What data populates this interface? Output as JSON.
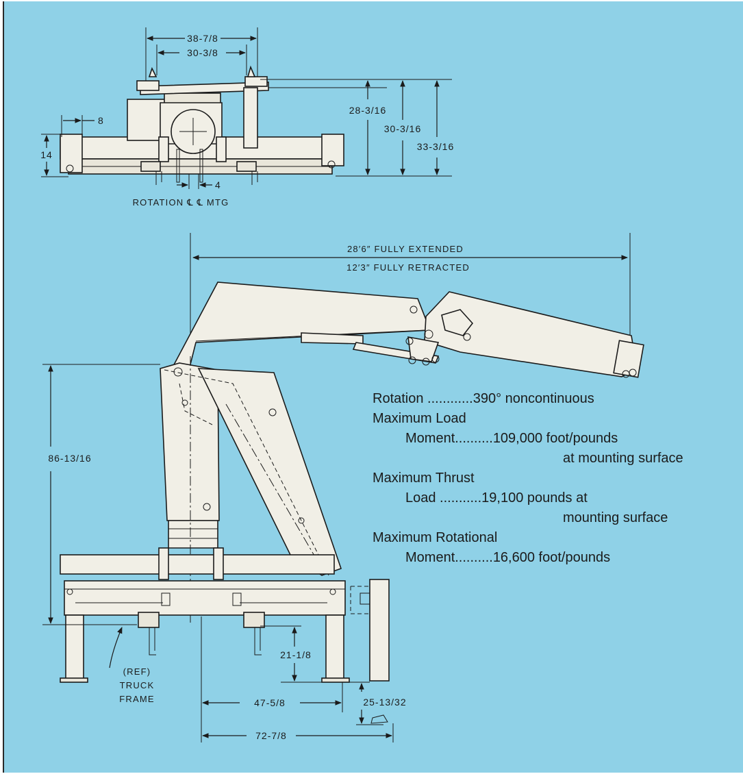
{
  "top_view": {
    "dim_38": "38-7/8",
    "dim_30a": "30-3/8",
    "dim_8": "8",
    "dim_14": "14",
    "dim_4": "4",
    "dim_28": "28-3/16",
    "dim_30b": "30-3/16",
    "dim_33": "33-3/16",
    "caption": "ROTATION ℄ ℄ MTG"
  },
  "side_view": {
    "extended": "28′6″ FULLY EXTENDED",
    "retracted": "12′3″ FULLY RETRACTED",
    "dim_86": "86-13/16",
    "dim_21": "21-1/8",
    "dim_47": "47-5/8",
    "dim_25": "25-13/32",
    "dim_72": "72-7/8",
    "ref1": "(REF)",
    "ref2": "TRUCK",
    "ref3": "FRAME"
  },
  "specs": [
    {
      "line1": "Rotation ............390° noncontinuous"
    },
    {
      "line1": "Maximum Load"
    },
    {
      "line1": "Moment..........109,000 foot/pounds"
    },
    {
      "line1": "at mounting surface"
    },
    {
      "line1": "Maximum Thrust"
    },
    {
      "line1": "Load ...........19,100 pounds at"
    },
    {
      "line1": "mounting surface"
    },
    {
      "line1": "Maximum Rotational"
    },
    {
      "line1": "Moment..........16,600 foot/pounds"
    }
  ],
  "colors": {
    "background": "#8fd1e7",
    "part": "#f1efe6",
    "ink": "#1b1b1b"
  }
}
